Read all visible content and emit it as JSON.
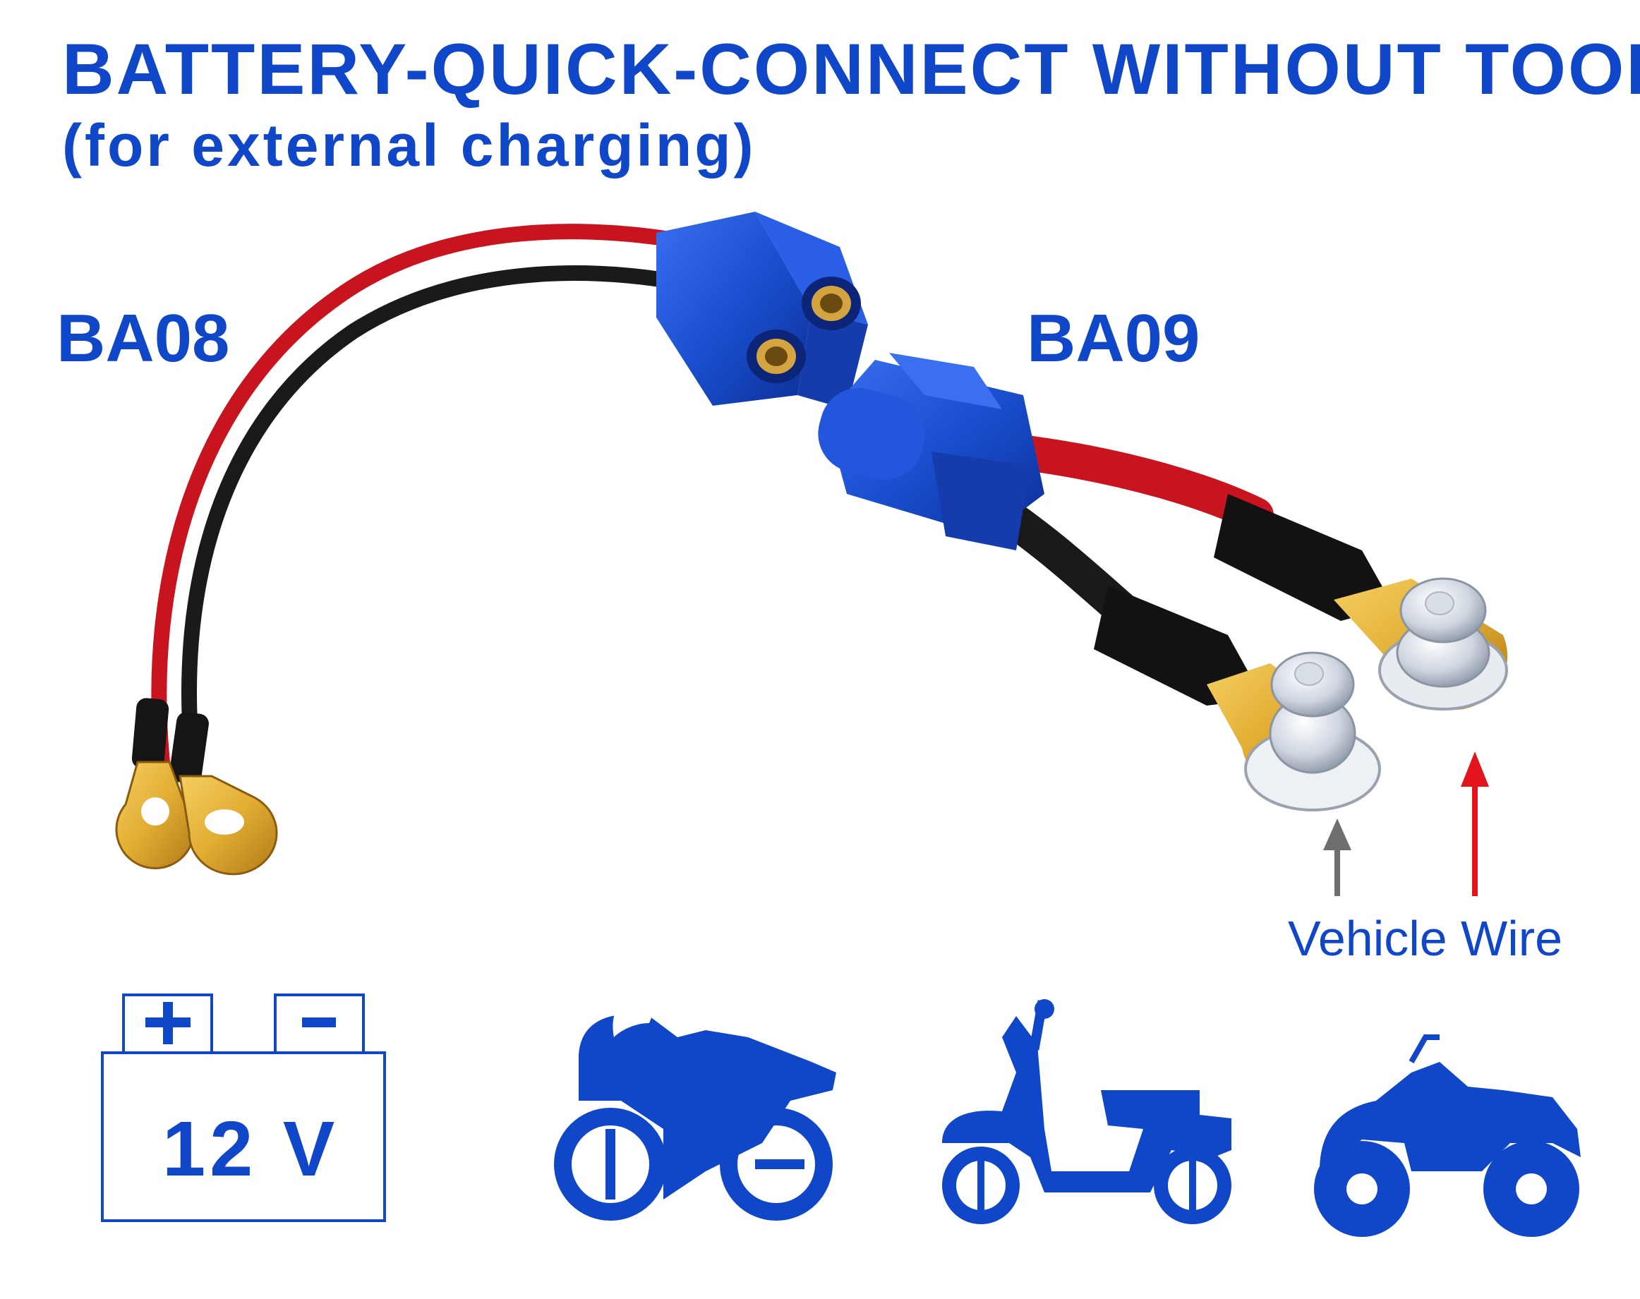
{
  "title": "BATTERY-QUICK-CONNECT WITHOUT TOOL",
  "subtitle": "(for external charging)",
  "products": {
    "left_label": "BA08",
    "right_label": "BA09"
  },
  "annotation": {
    "vehicle_wire_label": "Vehicle Wire"
  },
  "battery": {
    "voltage_label": "12 V",
    "plus_symbol": "+",
    "minus_symbol": "-"
  },
  "icons": [
    "sport-motorcycle-icon",
    "scooter-icon",
    "quad-atv-icon"
  ],
  "colors": {
    "brand_blue": "#1046c8",
    "connector_blue": "#1a4fd0",
    "wire_red": "#c8141e",
    "wire_black": "#1a1a1a",
    "lug_gold": "#e2ad32",
    "arrow_red": "#e3141b",
    "arrow_gray": "#6e6e6e",
    "battery_outline": "#1046c8"
  }
}
